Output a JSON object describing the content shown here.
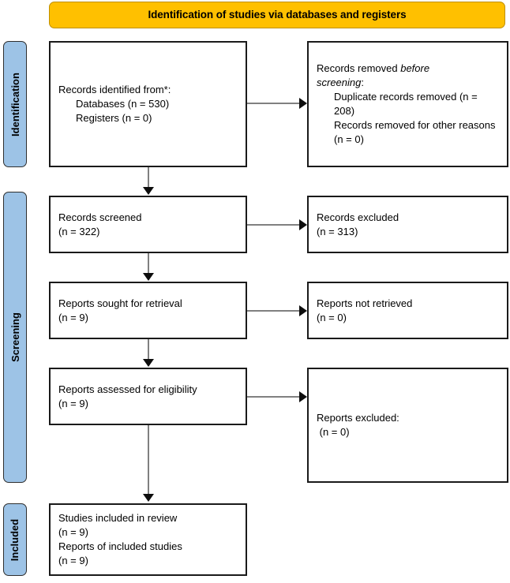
{
  "diagram": {
    "type": "PRISMA 2020 flow diagram",
    "banner": {
      "title": "Identification of studies via databases and registers",
      "bg_color": "#FFC000",
      "border_color": "#BF8F00"
    },
    "stage_bar_color": "#9DC3E6",
    "stages": [
      {
        "id": "identification",
        "label": "Identification"
      },
      {
        "id": "screening",
        "label": "Screening"
      },
      {
        "id": "included",
        "label": "Included"
      }
    ],
    "boxes": {
      "records_identified": {
        "line1": "Records identified from*:",
        "line2": "Databases (n = 530)",
        "line3": "Registers (n = 0)"
      },
      "records_removed": {
        "lead_normal": "Records removed ",
        "lead_italic_1": "before",
        "lead_italic_2": "screening",
        "lead_colon": ":",
        "item1": "Duplicate records removed (n = 208)",
        "item2": "Records removed for other reasons (n = 0)"
      },
      "records_screened": {
        "line1": "Records screened",
        "line2": "(n = 322)"
      },
      "records_excluded": {
        "line1": "Records excluded",
        "line2": "(n = 313)"
      },
      "reports_sought": {
        "line1": "Reports sought for retrieval",
        "line2": "(n = 9)"
      },
      "reports_not_retrieved": {
        "line1": "Reports not retrieved",
        "line2": "(n = 0)"
      },
      "reports_assessed": {
        "line1": "Reports assessed for eligibility",
        "line2": "(n = 9)"
      },
      "reports_excluded": {
        "line1": "Reports excluded:",
        "line2": " (n = 0)"
      },
      "studies_included": {
        "line1": "Studies included in review",
        "line2": "(n = 9)",
        "line3": "Reports of included studies",
        "line4": "(n = 9)"
      }
    },
    "counts": {
      "databases": 530,
      "registers": 0,
      "duplicates_removed": 208,
      "removed_other_reasons": 0,
      "records_screened": 322,
      "records_excluded": 313,
      "reports_sought": 9,
      "reports_not_retrieved": 0,
      "reports_assessed": 9,
      "reports_excluded": 0,
      "studies_included": 9,
      "reports_of_included_studies": 9
    }
  }
}
